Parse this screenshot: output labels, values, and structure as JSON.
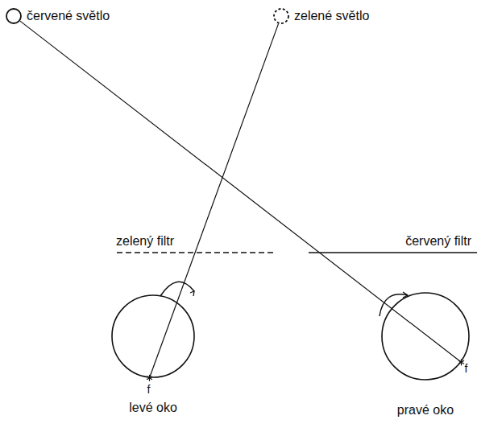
{
  "diagram": {
    "nodes": [
      {
        "text": [
          "červené světlo"
        ]
      },
      {
        "text": [
          "zelené světlo"
        ]
      },
      {
        "text": [
          "levé oko"
        ]
      },
      {
        "text": [
          "pravé oko"
        ]
      }
    ],
    "edges": [
      {
        "from": 1,
        "to": 2,
        "arrow": "none"
      },
      {
        "from": 0,
        "to": 3,
        "arrow": "none"
      }
    ],
    "labels": [
      "zelený filtr",
      "červený filtr",
      "f",
      "f"
    ]
  }
}
